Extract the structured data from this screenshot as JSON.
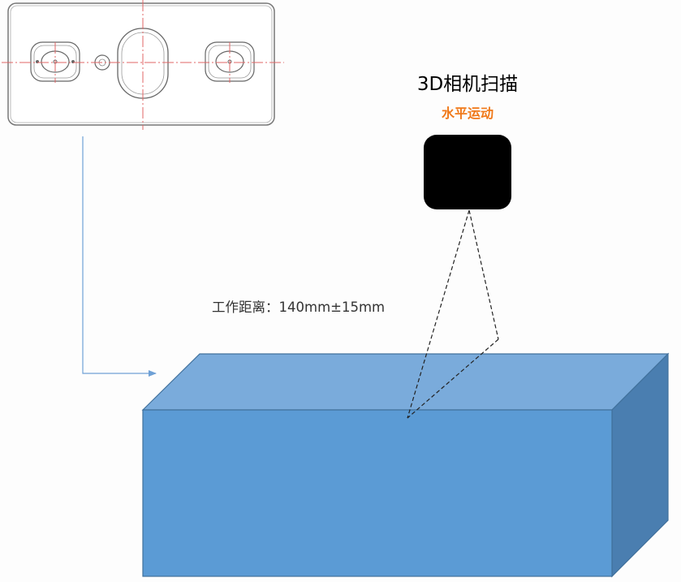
{
  "diagram": {
    "camera_title": "3D相机扫描",
    "motion_label": "水平运动",
    "distance_label": "工作距离：140mm±15mm"
  },
  "colors": {
    "box_front": "#5b9bd5",
    "box_top": "#7aabdb",
    "box_side": "#4a7eb0",
    "box_edge": "#41719c",
    "motion_accent": "#f07818",
    "camera": "#000000",
    "centerline": "#e06666",
    "arrow": "#6fa1d6"
  }
}
